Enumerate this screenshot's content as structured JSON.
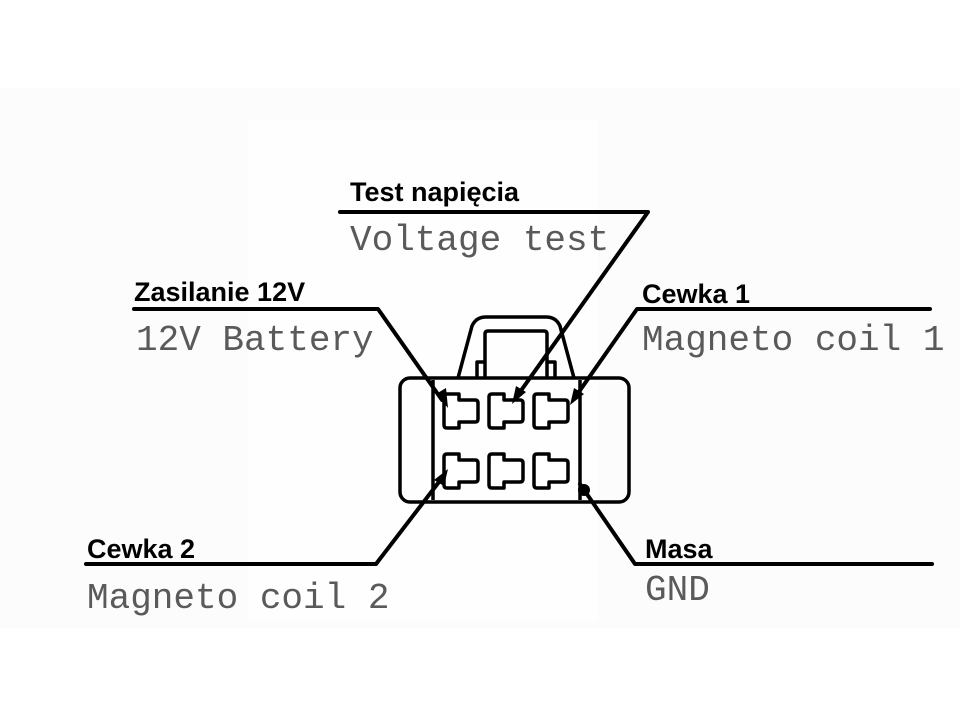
{
  "diagram": {
    "type": "connector-pinout",
    "connector": "6-pin connector (2 rows x 3 pins)",
    "labels": [
      {
        "id": "voltage-test",
        "polish": "Test napięcia",
        "english": "Voltage test",
        "pin": "top-middle"
      },
      {
        "id": "battery-12v",
        "polish": "Zasilanie 12V",
        "english": "12V Battery",
        "pin": "top-left"
      },
      {
        "id": "magneto-coil-1",
        "polish": "Cewka 1",
        "english": "Magneto coil 1",
        "pin": "top-right"
      },
      {
        "id": "magneto-coil-2",
        "polish": "Cewka 2",
        "english": "Magneto coil 2",
        "pin": "bottom-left"
      },
      {
        "id": "ground",
        "polish": "Masa",
        "english": "GND",
        "pin": "bottom-right"
      }
    ],
    "unused_pins": [
      "bottom-middle"
    ]
  },
  "colors": {
    "line": "#000000",
    "english_text": "#5a5a5a",
    "background": "#ffffff"
  }
}
